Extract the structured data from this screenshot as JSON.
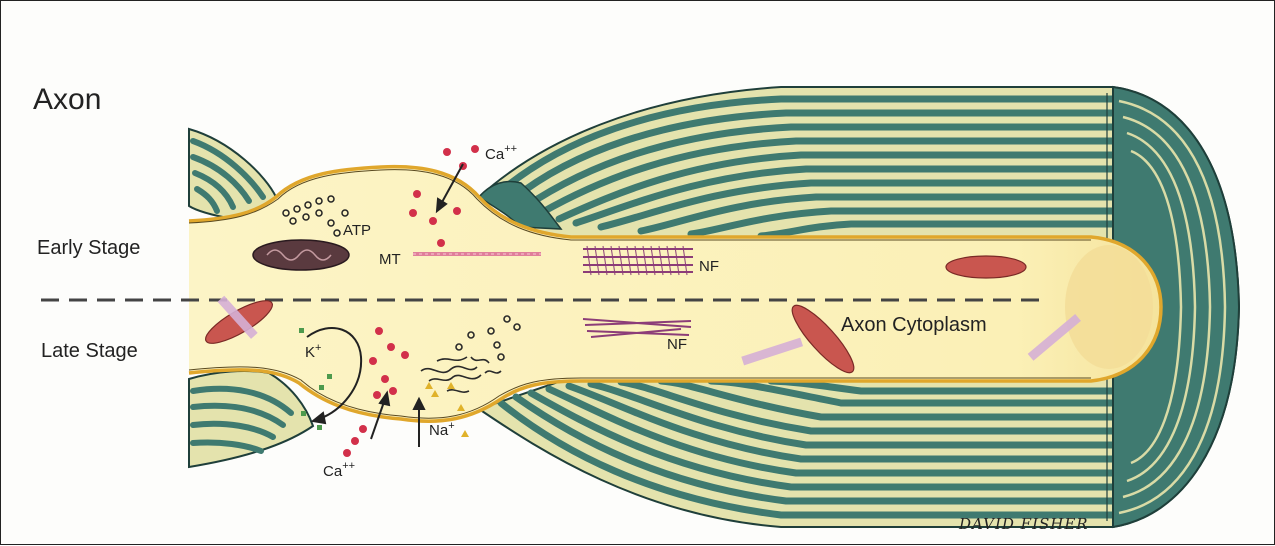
{
  "title": "Axon",
  "stages": {
    "early": "Early Stage",
    "late": "Late Stage"
  },
  "labels": {
    "atp": "ATP",
    "mt": "MT",
    "nf_top": "NF",
    "nf_bottom": "NF",
    "ca_top": "Ca",
    "ca_bottom": "Ca",
    "charge_double": "++",
    "charge_single": "+",
    "k": "K",
    "na": "Na",
    "cytoplasm": "Axon Cytoplasm"
  },
  "signature": "DAVID FISHER",
  "colors": {
    "myelin_green": "#3f7a70",
    "myelin_cream": "#e4e3ad",
    "cytoplasm": "#fbf2bf",
    "membrane": "#e0a72c",
    "mitochondria": "#c9564f",
    "calcium": "#d2304a",
    "potassium": "#4d9a4d",
    "sodium": "#e0b22a",
    "microtubule": "#e07f9a",
    "neurofilament": "#8c3d78"
  }
}
